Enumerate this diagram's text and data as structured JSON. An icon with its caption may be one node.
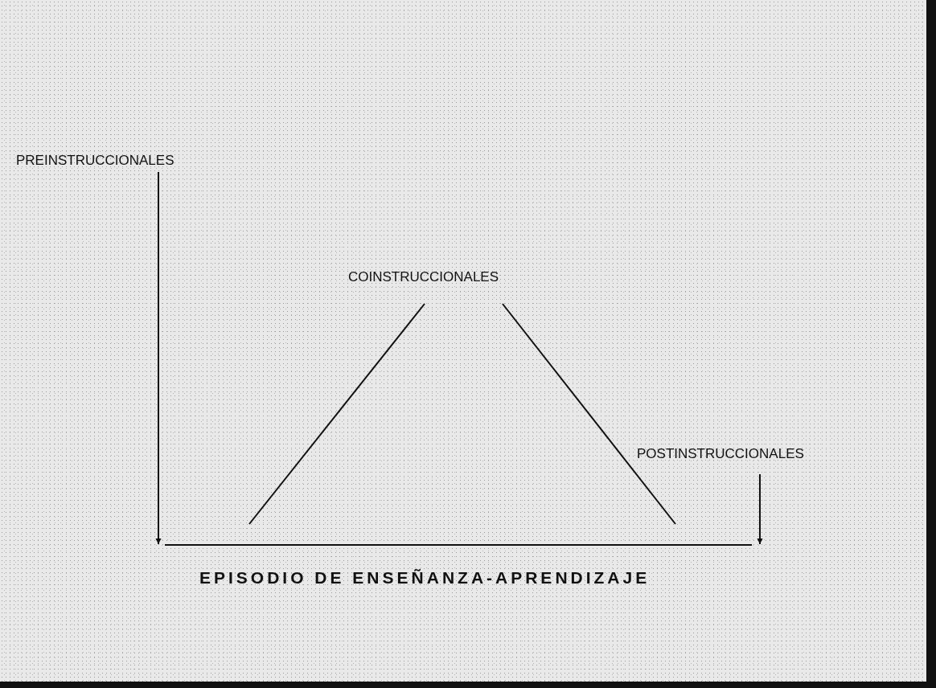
{
  "diagram": {
    "nodes": [
      {
        "text": [
          "PREINSTRUCCIONALES"
        ]
      },
      {
        "text": [
          "COINSTRUCCIONALES"
        ]
      },
      {
        "text": [
          "POSTINSTRUCCIONALES"
        ]
      },
      {
        "text": [
          "EPISODIO DE ENSEÑANZA-APRENDIZAJE"
        ]
      }
    ],
    "edges": [
      {
        "from": 0,
        "to": 3,
        "arrow": "to"
      },
      {
        "from": 1,
        "to": 3,
        "arrow": "none"
      },
      {
        "from": 1,
        "to": 3,
        "arrow": "none"
      },
      {
        "from": 2,
        "to": 3,
        "arrow": "to"
      }
    ]
  }
}
